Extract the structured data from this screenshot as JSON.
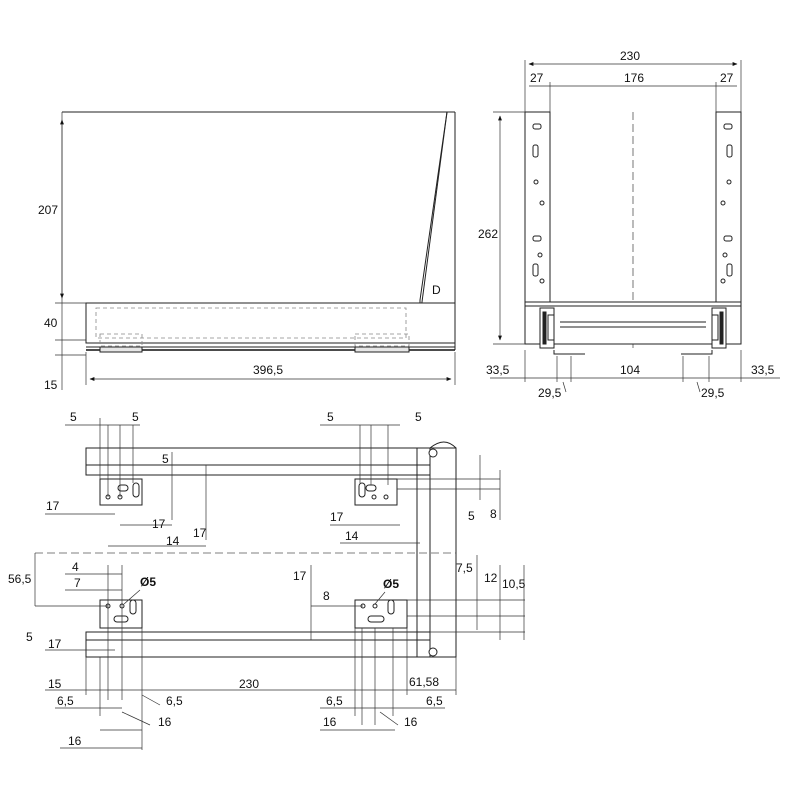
{
  "side_view": {
    "height_207": "207",
    "height_40": "40",
    "height_15": "15",
    "length_396_5": "396,5",
    "mark_d": "D"
  },
  "front_view": {
    "width_230": "230",
    "left_27": "27",
    "mid_176": "176",
    "right_27": "27",
    "height_262": "262",
    "left_33_5": "33,5",
    "left_29_5": "29,5",
    "mid_104": "104",
    "right_29_5": "29,5",
    "right_33_5": "33,5"
  },
  "top_view": {
    "top_left_5a": "5",
    "top_left_5b": "5",
    "top_right_5a": "5",
    "top_right_5b": "5",
    "inner_5": "5",
    "left_17": "17",
    "inner_17a": "17",
    "inner_17b": "17",
    "inner_14": "14",
    "right_17": "17",
    "right_14": "14",
    "right_5": "5",
    "right_8": "8",
    "left_56_5": "56,5",
    "left_4": "4",
    "left_7": "7",
    "diam_left": "Ø5",
    "left_5": "5",
    "left_17b": "17",
    "mid_17": "17",
    "mid_8": "8",
    "diam_right": "Ø5",
    "right_7_5": "7,5",
    "right_12": "12",
    "right_10_5": "10,5",
    "bottom_15": "15",
    "bottom_6_5a": "6,5",
    "bottom_6_5b": "6,5",
    "bottom_230": "230",
    "bottom_6_5c": "6,5",
    "bottom_6_5d": "6,5",
    "bottom_61_58": "61,58",
    "bottom_16a": "16",
    "bottom_16b": "16",
    "bottom_16c": "16",
    "bottom_16d": "16"
  }
}
